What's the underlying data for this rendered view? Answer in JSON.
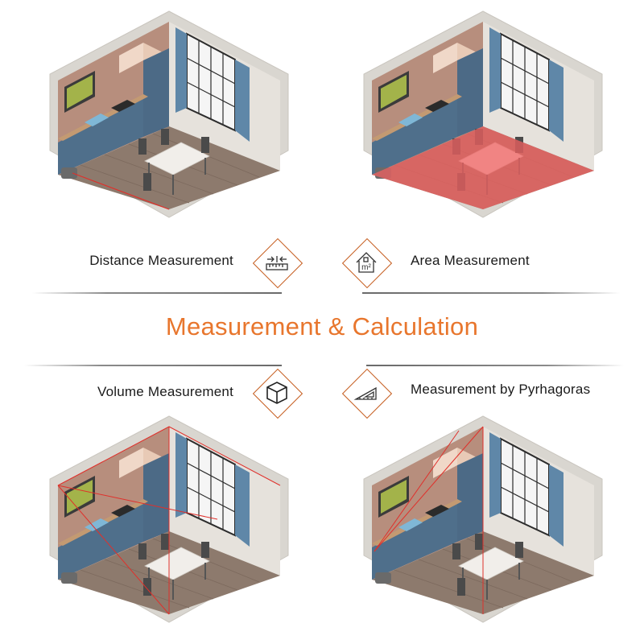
{
  "title": "Measurement & Calculation",
  "features": {
    "distance": {
      "label": "Distance Measurement",
      "icon": "ruler-arrows-icon"
    },
    "area": {
      "label": "Area Measurement",
      "icon": "house-m2-icon"
    },
    "volume": {
      "label": "Volume Measurement",
      "icon": "cube-icon"
    },
    "pythagoras": {
      "label": "Measurement by Pyrhagoras",
      "icon": "set-square-icon"
    }
  },
  "icon_area_text": "m²",
  "colors": {
    "accent": "#e8762d",
    "icon_border": "#c55a1a",
    "laser": "#e0302b",
    "area_fill": "#f06060"
  }
}
